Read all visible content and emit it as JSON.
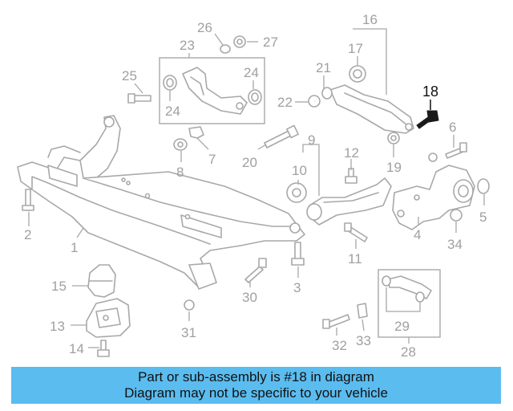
{
  "callouts": {
    "c1": "1",
    "c2": "2",
    "c3": "3",
    "c4": "4",
    "c5": "5",
    "c6": "6",
    "c7": "7",
    "c8": "8",
    "c9": "9",
    "c10": "10",
    "c11": "11",
    "c12": "12",
    "c13": "13",
    "c14": "14",
    "c15": "15",
    "c16": "16",
    "c17": "17",
    "c18": "18",
    "c19": "19",
    "c20": "20",
    "c21": "21",
    "c22": "22",
    "c23": "23",
    "c24a": "24",
    "c24b": "24",
    "c25": "25",
    "c26": "26",
    "c27": "27",
    "c28": "28",
    "c29": "29",
    "c30": "30",
    "c31": "31",
    "c32": "32",
    "c33": "33",
    "c34": "34"
  },
  "highlight": {
    "part_number": "18",
    "color": "#111111"
  },
  "banner": {
    "line1": "Part or sub-assembly is #18 in diagram",
    "line2": "Diagram may not be specific to your vehicle",
    "background": "#5bbcef"
  }
}
